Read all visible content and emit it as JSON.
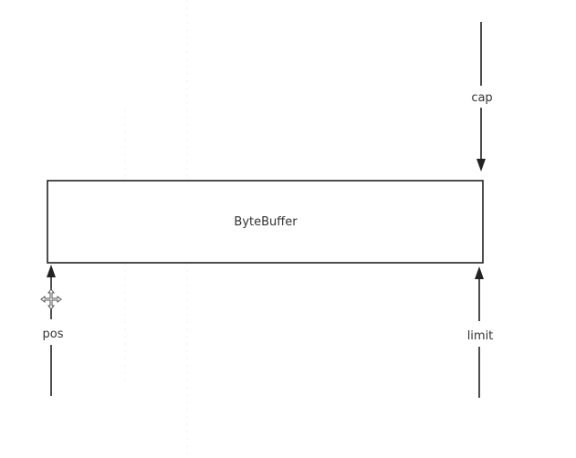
{
  "diagram": {
    "box": {
      "label": "ByteBuffer"
    },
    "pointers": {
      "cap": {
        "label": "cap"
      },
      "pos": {
        "label": "pos"
      },
      "limit": {
        "label": "limit"
      }
    },
    "cursor": {
      "icon": "move-cursor-icon"
    }
  },
  "colors": {
    "stroke": "#222222",
    "text": "#333333",
    "background": "#ffffff"
  }
}
